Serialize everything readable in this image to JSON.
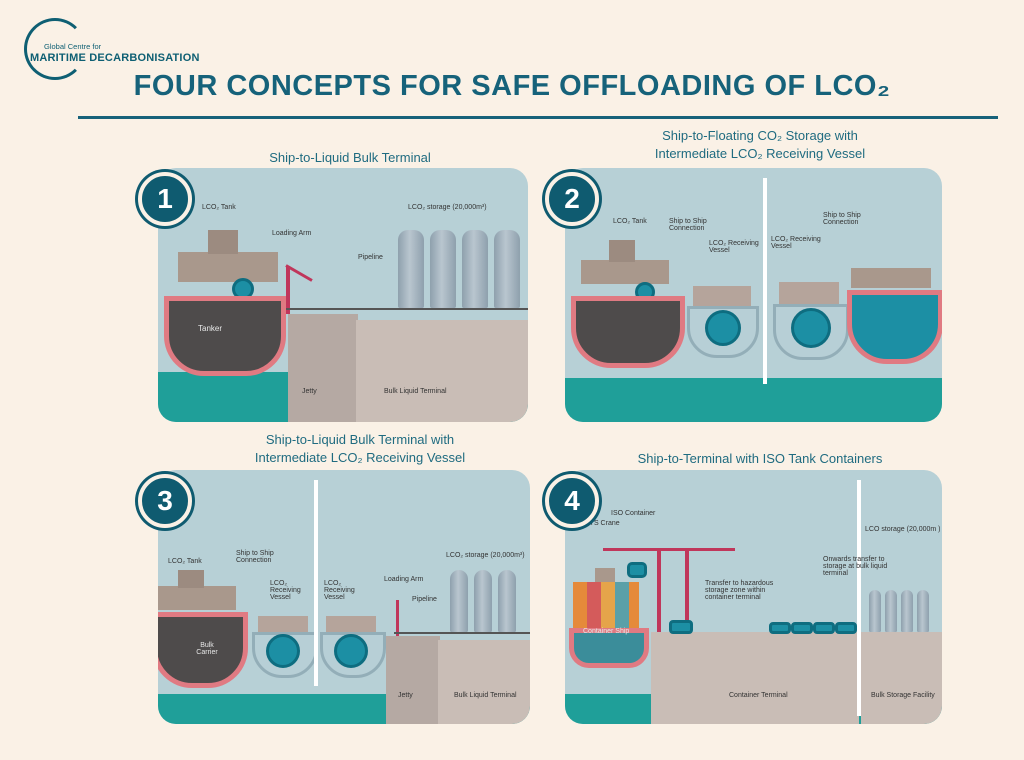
{
  "logo": {
    "line1": "Global Centre for",
    "line2": "MARITIME DECARBONISATION"
  },
  "title": "FOUR CONCEPTS FOR SAFE OFFLOADING OF LCO₂",
  "panels": [
    {
      "number": "1",
      "caption": [
        "Ship-to-Liquid Bulk Terminal"
      ],
      "labels": {
        "tank": "LCO₂ Tank",
        "arm": "Loading Arm",
        "storage": "LCO₂ storage (20,000m³)",
        "pipeline": "Pipeline",
        "tanker": "Tanker",
        "jetty": "Jetty",
        "terminal": "Bulk Liquid Terminal"
      }
    },
    {
      "number": "2",
      "caption": [
        "Ship-to-Floating CO₂ Storage with",
        "Intermediate LCO₂ Receiving Vessel"
      ],
      "labels": {
        "tank": "LCO₂ Tank",
        "sts1": "Ship to Ship Connection",
        "recv1": "LCO₂ Receiving Vessel",
        "recv2": "LCO₂ Receiving Vessel",
        "sts2": "Ship to Ship Connection"
      }
    },
    {
      "number": "3",
      "caption": [
        "Ship-to-Liquid Bulk Terminal with",
        "Intermediate LCO₂ Receiving Vessel"
      ],
      "labels": {
        "tank": "LCO₂ Tank",
        "sts": "Ship to Ship Connection",
        "recv1": "LCO₂ Receiving Vessel",
        "recv2": "LCO₂ Receiving Vessel",
        "arm": "Loading Arm",
        "pipeline": "Pipeline",
        "storage": "LCO₂ storage (20,000m³)",
        "carrier": "Bulk Carrier",
        "jetty": "Jetty",
        "terminal": "Bulk Liquid Terminal"
      }
    },
    {
      "number": "4",
      "caption": [
        "Ship-to-Terminal with ISO Tank Containers"
      ],
      "labels": {
        "crane": "STS Crane",
        "iso": "ISO Container",
        "transfer": "Transfer to hazardous storage zone within container terminal",
        "onwards": "Onwards transfer to storage at bulk liquid terminal",
        "storage": "LCO storage (20,000m )",
        "ship": "Container Ship",
        "cterminal": "Container Terminal",
        "bulk": "Bulk Storage Facility"
      }
    }
  ],
  "colors": {
    "accent": "#16627a",
    "background": "#faf1e6",
    "panel": "#b7d0d6",
    "water": "#1f9f99",
    "hull_trim": "#e07a82"
  }
}
